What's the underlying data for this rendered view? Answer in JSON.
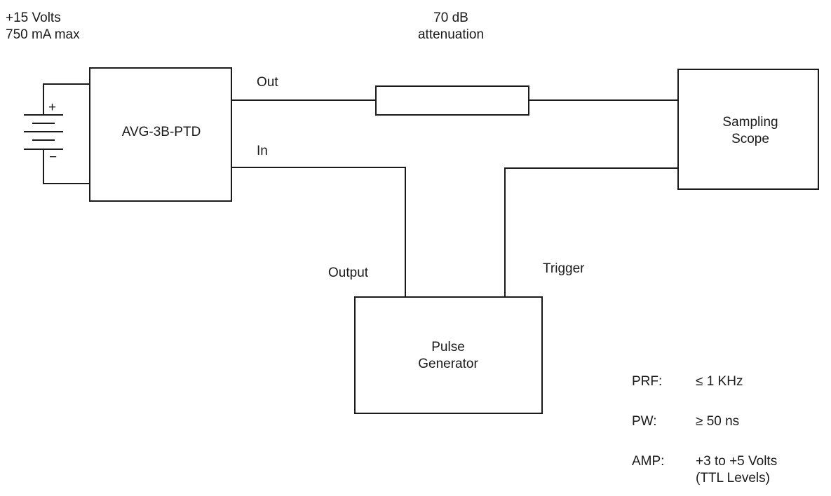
{
  "power_supply": {
    "voltage": "+15 Volts",
    "current": "750 mA max",
    "plus_sign": "+",
    "minus_sign": "−"
  },
  "attenuator": {
    "line1": "70 dB",
    "line2": "attenuation"
  },
  "device": {
    "name": "AVG-3B-PTD",
    "port_out": "Out",
    "port_in": "In"
  },
  "scope": {
    "line1": "Sampling",
    "line2": "Scope"
  },
  "pulse_generator": {
    "line1": "Pulse",
    "line2": "Generator",
    "port_output": "Output",
    "port_trigger": "Trigger"
  },
  "specs": [
    {
      "key": "PRF:",
      "value": "≤ 1 KHz"
    },
    {
      "key": "PW:",
      "value": "≥ 50 ns"
    },
    {
      "key": "AMP:",
      "value": "+3 to +5 Volts",
      "value2": "(TTL Levels)"
    }
  ],
  "colors": {
    "line": "#1a1a1a",
    "background": "#ffffff"
  }
}
